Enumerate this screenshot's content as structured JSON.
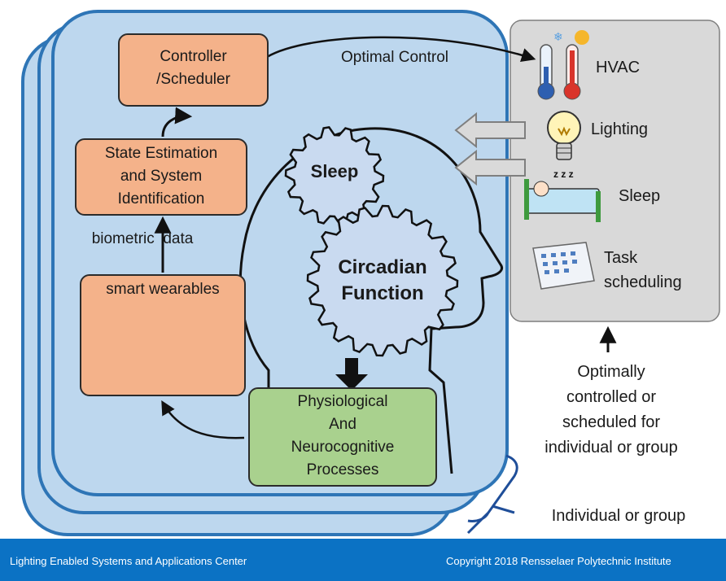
{
  "boxes": {
    "controller": "Controller\n/Scheduler",
    "state_estimation": "State Estimation\nand System\nIdentification",
    "smart_wearables": "smart wearables",
    "physiological": "Physiological\nAnd\nNeurocognitive\nProcesses"
  },
  "gears": {
    "sleep": "Sleep",
    "circadian": "Circadian\nFunction"
  },
  "labels": {
    "optimal_control": "Optimal Control",
    "biometric_data": "biometric  data",
    "optimally_controlled": "Optimally\ncontrolled or\nscheduled for\nindividual or group",
    "individual_or_group": "Individual or group"
  },
  "panel": {
    "hvac": "HVAC",
    "lighting": "Lighting",
    "sleep": "Sleep",
    "task": "Task\nscheduling"
  },
  "footer": {
    "left": "Lighting Enabled Systems and Applications Center",
    "right": "Copyright 2018  Rensselaer Polytechnic Institute"
  },
  "colors": {
    "panel_blue": "#bdd7ee",
    "border_blue": "#2e75b6",
    "footer_blue": "#0b72c4",
    "orange_box": "#f4b28a",
    "green_box": "#a9d18e",
    "gray_panel": "#d9d9d9"
  }
}
